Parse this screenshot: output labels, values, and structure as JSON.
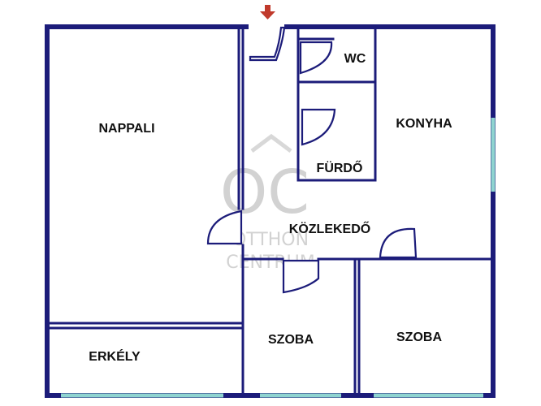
{
  "rooms": {
    "nappali": "NAPPALI",
    "wc": "WC",
    "konyha": "KONYHA",
    "furdo": "FÜRDŐ",
    "kozlekedo": "KÖZLEKEDŐ",
    "erkely": "ERKÉLY",
    "szoba1": "SZOBA",
    "szoba2": "SZOBA"
  },
  "watermark": {
    "logo": "OC",
    "line1": "OTTHON",
    "line2": "CENTRUM"
  },
  "colors": {
    "wall": "#1c1c7a",
    "window": "#8fd4d0",
    "entrance_arrow": "#c0392b",
    "watermark": "#d2d2d2"
  },
  "icons": {
    "entrance": "entrance-arrow-icon"
  }
}
